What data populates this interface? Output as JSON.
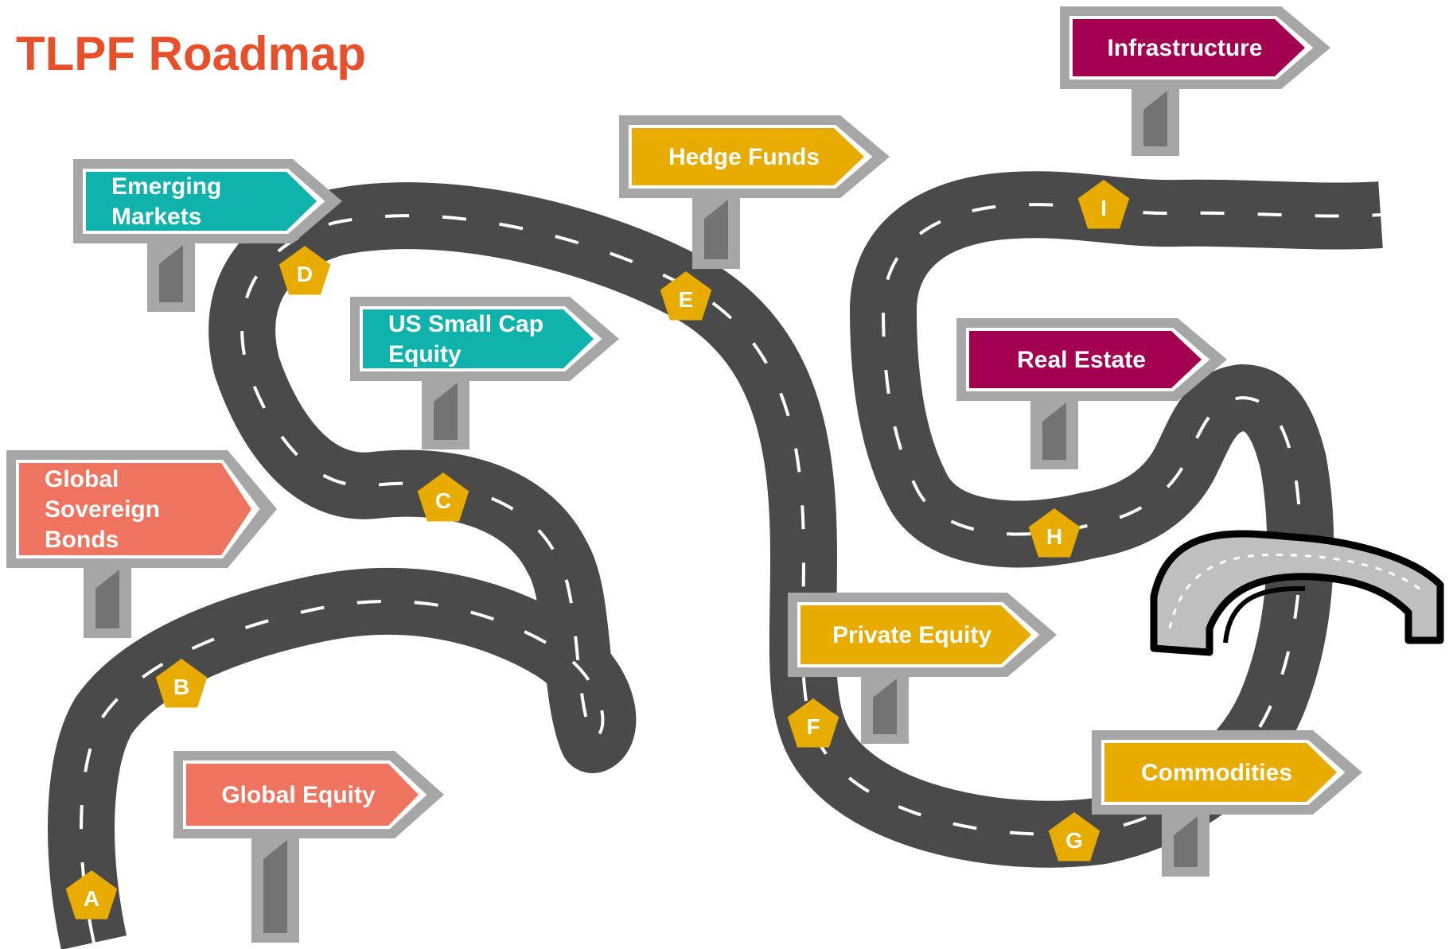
{
  "title": "TLPF Roadmap",
  "colors": {
    "title": "#e8502b",
    "road": "#4a4a4a",
    "road_dash": "#ffffff",
    "marker": "#e8ac00",
    "sign_frame": "#a6a6a6",
    "post": "#a6a6a6",
    "post_inner": "#737373",
    "salmon": "#ef7460",
    "teal": "#0fb3ac",
    "gold": "#e8ac00",
    "magenta": "#a3004f"
  },
  "markers": [
    "A",
    "B",
    "C",
    "D",
    "E",
    "F",
    "G",
    "H",
    "I"
  ],
  "signs": [
    {
      "lines": [
        "Global Equity"
      ],
      "color": "salmon"
    },
    {
      "lines": [
        "Global",
        "Sovereign",
        "Bonds"
      ],
      "color": "salmon"
    },
    {
      "lines": [
        "Emerging",
        "Markets"
      ],
      "color": "teal"
    },
    {
      "lines": [
        "US Small Cap",
        "Equity"
      ],
      "color": "teal"
    },
    {
      "lines": [
        "Hedge Funds"
      ],
      "color": "gold"
    },
    {
      "lines": [
        "Private Equity"
      ],
      "color": "gold"
    },
    {
      "lines": [
        "Commodities"
      ],
      "color": "gold"
    },
    {
      "lines": [
        "Real Estate"
      ],
      "color": "magenta"
    },
    {
      "lines": [
        "Infrastructure"
      ],
      "color": "magenta"
    }
  ],
  "bridge_icon": "road-tunnel-icon"
}
